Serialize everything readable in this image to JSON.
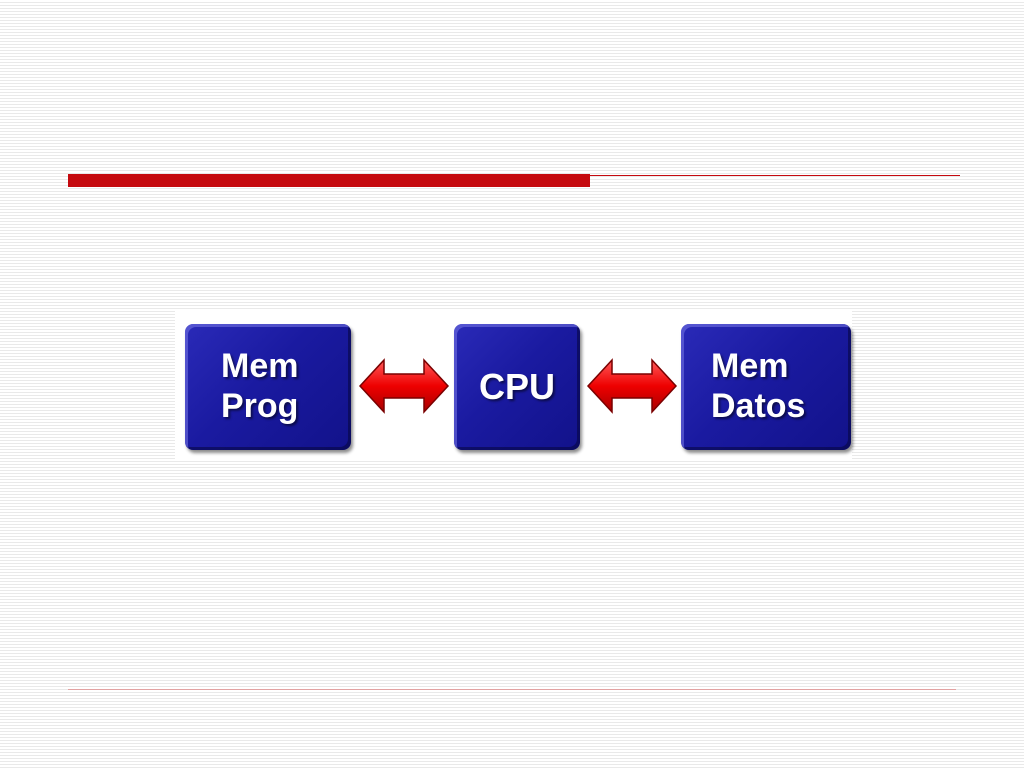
{
  "diagram": {
    "blocks": {
      "program_memory": {
        "line1": "Mem",
        "line2": "Prog"
      },
      "cpu": {
        "label": "CPU"
      },
      "data_memory": {
        "line1": "Mem",
        "line2": "Datos"
      }
    },
    "connectors": [
      {
        "from": "program_memory",
        "to": "cpu",
        "direction": "bidirectional"
      },
      {
        "from": "cpu",
        "to": "data_memory",
        "direction": "bidirectional"
      }
    ],
    "colors": {
      "block": "#1a1aa0",
      "arrow": "#ee0000",
      "accent_bar": "#c50a0f"
    }
  }
}
